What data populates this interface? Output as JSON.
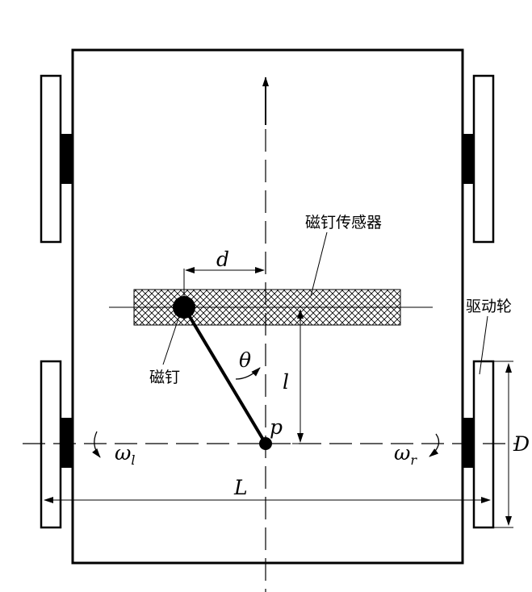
{
  "labels": {
    "sensor": "磁钉传感器",
    "drive_wheel": "驱动轮",
    "magnetic_nail": "磁钉",
    "d": "d",
    "theta": "θ",
    "l": "l",
    "p": "p",
    "omega": "ω",
    "omega_l_sub": "l",
    "omega_r_sub": "r",
    "L": "L",
    "D": "D"
  },
  "colors": {
    "line": "#000000",
    "background": "#ffffff"
  }
}
